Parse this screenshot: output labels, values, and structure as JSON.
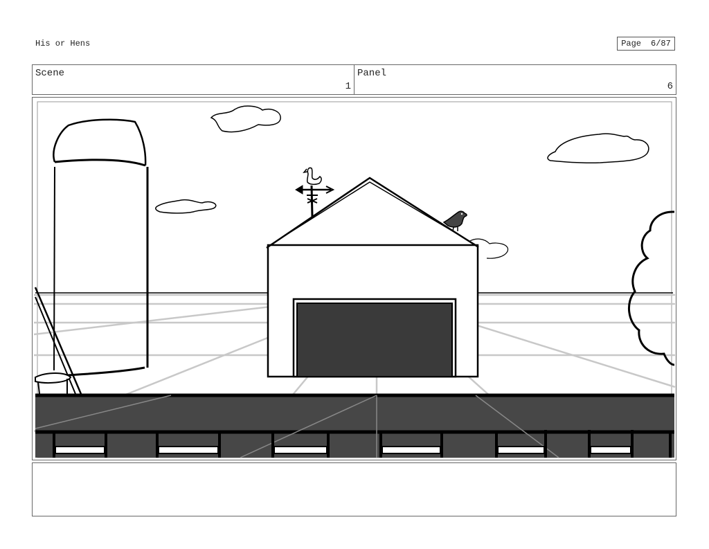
{
  "header": {
    "title": "His or Hens",
    "page_label": "Page",
    "page_value": "6/87"
  },
  "scene": {
    "label": "Scene",
    "value": "1"
  },
  "panel": {
    "label": "Panel",
    "value": "6"
  },
  "notes": {
    "text": ""
  },
  "colors": {
    "ink": "#000000",
    "dark_fill": "#3a3a3a",
    "deck_fill": "#474747",
    "guide_lines": "#c8c8c8",
    "frame": "#666666"
  }
}
